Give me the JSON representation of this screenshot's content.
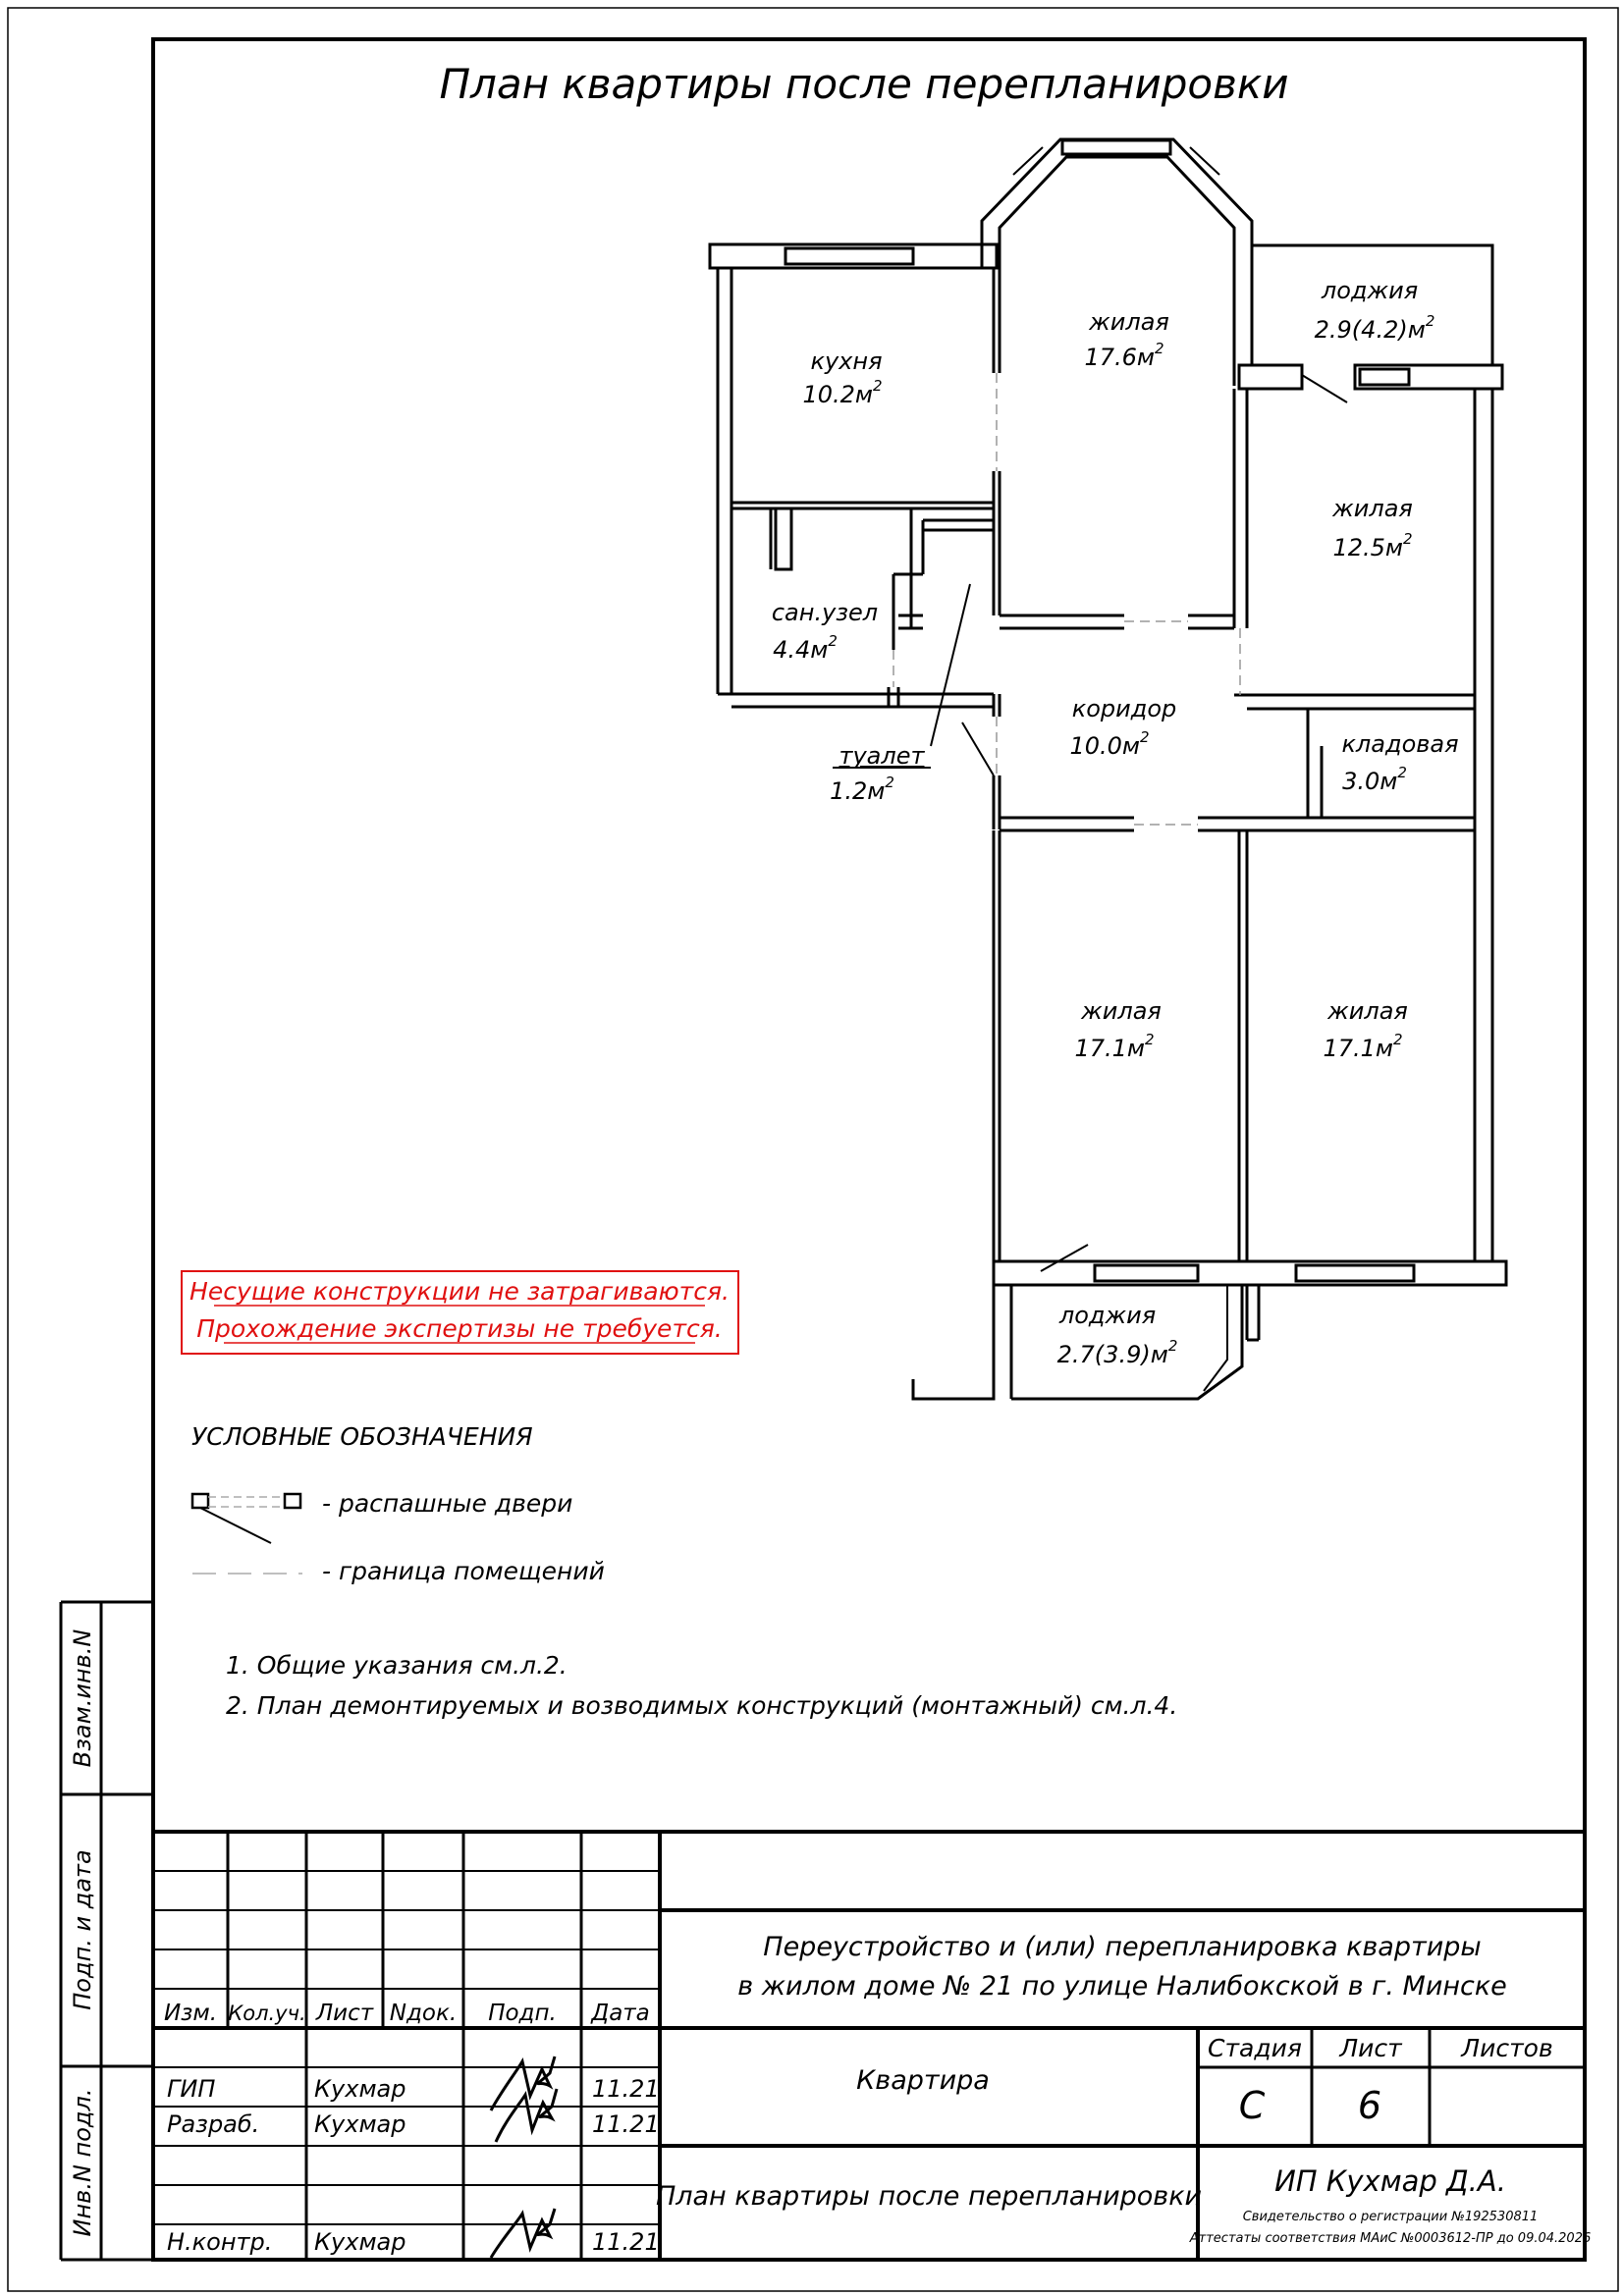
{
  "title": "План квартиры после перепланировки",
  "rooms": {
    "kitchen": {
      "name": "кухня",
      "area": "10.2м",
      "sup": "2"
    },
    "living1": {
      "name": "жилая",
      "area": "17.6м",
      "sup": "2"
    },
    "loggia1": {
      "name": "лоджия",
      "area": "2.9(4.2)м",
      "sup": "2"
    },
    "living2": {
      "name": "жилая",
      "area": "12.5м",
      "sup": "2"
    },
    "bath": {
      "name": "сан.узел",
      "area": "4.4м",
      "sup": "2"
    },
    "toilet": {
      "name": "туалет",
      "area": "1.2м",
      "sup": "2"
    },
    "corridor": {
      "name": "коридор",
      "area": "10.0м",
      "sup": "2"
    },
    "storage": {
      "name": "кладовая",
      "area": "3.0м",
      "sup": "2"
    },
    "living3": {
      "name": "жилая",
      "area": "17.1м",
      "sup": "2"
    },
    "living4": {
      "name": "жилая",
      "area": "17.1м",
      "sup": "2"
    },
    "loggia2": {
      "name": "лоджия",
      "area": "2.7(3.9)м",
      "sup": "2"
    }
  },
  "warning": {
    "line1": "Несущие конструкции не затрагиваются.",
    "line2": "Прохождение экспертизы не требуется.",
    "color": "#e01010"
  },
  "legend": {
    "title": "УСЛОВНЫЕ ОБОЗНАЧЕНИЯ",
    "doors": "- распашные двери",
    "boundary": "- граница помещений"
  },
  "notes": [
    "1.  Общие указания см.л.2.",
    "2.  План демонтируемых и возводимых конструкций (монтажный) см.л.4."
  ],
  "side_stamp": {
    "vzam": "Взам.инв.N",
    "podp": "Подп. и дата",
    "inv": "Инв.N подл."
  },
  "title_block": {
    "headers": {
      "izm": "Изм.",
      "kol": "Кол.уч.",
      "list": "Лист",
      "ndok": "Nдок.",
      "podp": "Подп.",
      "data": "Дата"
    },
    "signers": [
      {
        "role": "ГИП",
        "name": "Кухмар",
        "date": "11.21"
      },
      {
        "role": "Разраб.",
        "name": "Кухмар",
        "date": "11.21"
      },
      {
        "role": "Н.контр.",
        "name": "Кухмар",
        "date": "11.21"
      }
    ],
    "project_line1": "Переустройство и (или) перепланировка квартиры",
    "project_line2": "в жилом доме № 21 по улице Налибокской в г. Минске",
    "object": "Квартира",
    "sheet_title": "План квартиры после перепланировки",
    "stage_label": "Стадия",
    "sheet_label": "Лист",
    "sheets_label": "Листов",
    "stage_value": "С",
    "sheet_value": "6",
    "org_name": "ИП Кухмар Д.А.",
    "org_line1": "Свидетельство о регистрации №192530811",
    "org_line2": "Аттестаты соответствия МАиС №0003612-ПР до 09.04.2026"
  }
}
